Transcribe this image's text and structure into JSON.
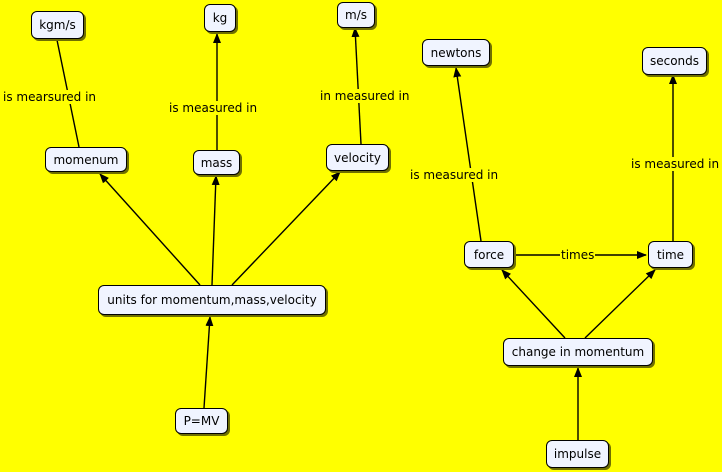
{
  "colors": {
    "background": "#ffff00",
    "node_fill": "#f0f4ff",
    "line": "#000000"
  },
  "nodes": {
    "kgms": "kgm/s",
    "kg": "kg",
    "ms": "m/s",
    "newtons": "newtons",
    "seconds": "seconds",
    "momenum": "momenum",
    "mass": "mass",
    "velocity": "velocity",
    "units": "units for momentum,mass,velocity",
    "pmv": "P=MV",
    "force": "force",
    "time": "time",
    "change": "change in momentum",
    "impulse": "impulse"
  },
  "links": {
    "momenum_kgms": "is mearsured in",
    "mass_kg": "is measured in",
    "velocity_ms": "in measured in",
    "force_newtons": "is measured in",
    "time_seconds": "is measured in",
    "force_time": "times"
  }
}
